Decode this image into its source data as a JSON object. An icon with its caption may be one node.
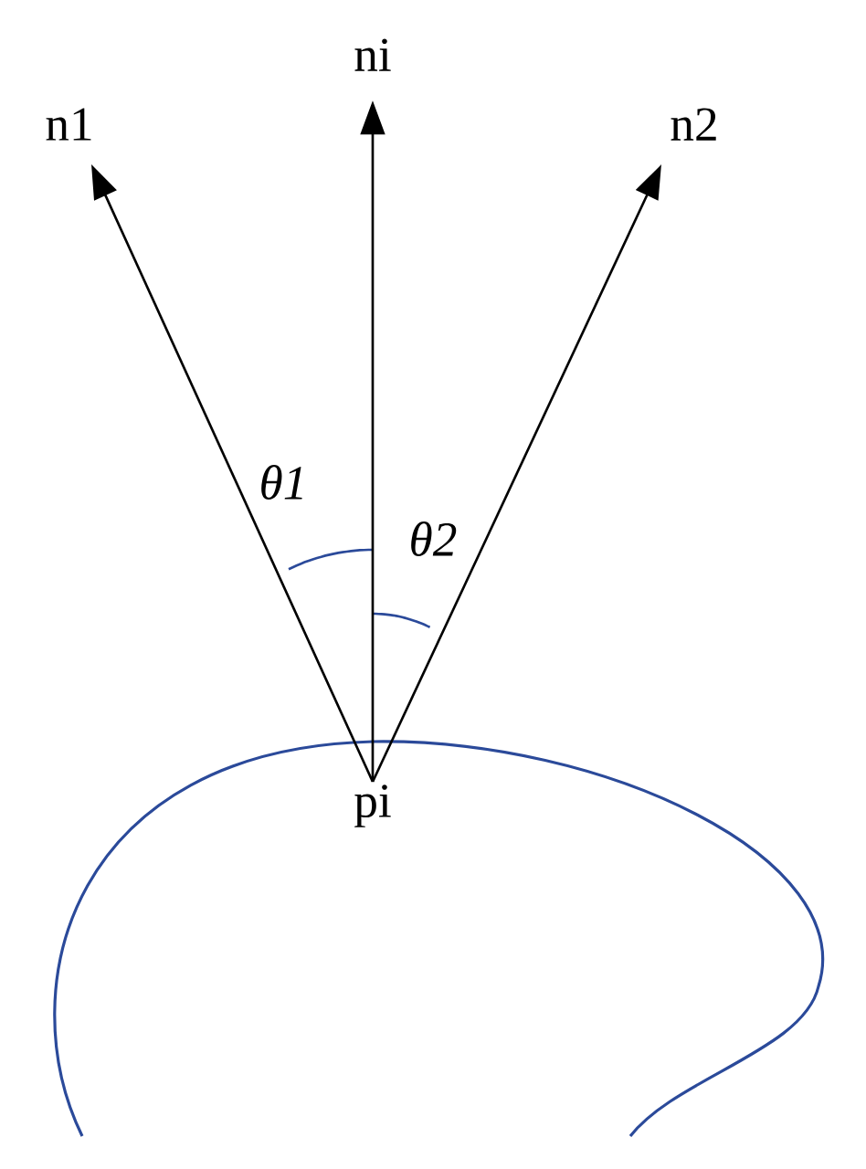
{
  "diagram": {
    "nodes": [
      {
        "text": [
          "pi"
        ]
      },
      {
        "text": [
          "n1"
        ]
      },
      {
        "text": [
          "ni"
        ]
      },
      {
        "text": [
          "n2"
        ]
      }
    ],
    "edges": [
      {
        "from": 0,
        "to": 1,
        "arrow": "to"
      },
      {
        "from": 0,
        "to": 2,
        "arrow": "to"
      },
      {
        "from": 0,
        "to": 3,
        "arrow": "to"
      }
    ],
    "labels": [
      "θ1",
      "θ2"
    ]
  }
}
